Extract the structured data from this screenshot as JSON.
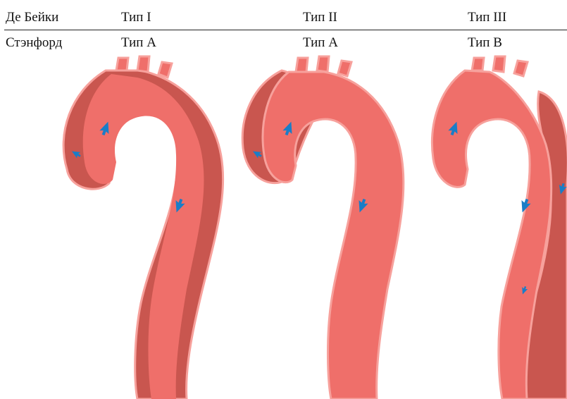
{
  "table": {
    "row_debakey": {
      "label": "Де Бейки",
      "types": [
        "Тип I",
        "Тип II",
        "Тип III"
      ]
    },
    "row_stanford": {
      "label": "Стэнфорд",
      "types": [
        "Тип A",
        "Тип A",
        "Тип B"
      ]
    }
  },
  "colors": {
    "lumen": "#ef6f6a",
    "false_lumen": "#c9564f",
    "outline": "#f7a19c",
    "arrow": "#1a7dc7"
  },
  "icons": {
    "flow_arrow": "arrow-icon"
  }
}
